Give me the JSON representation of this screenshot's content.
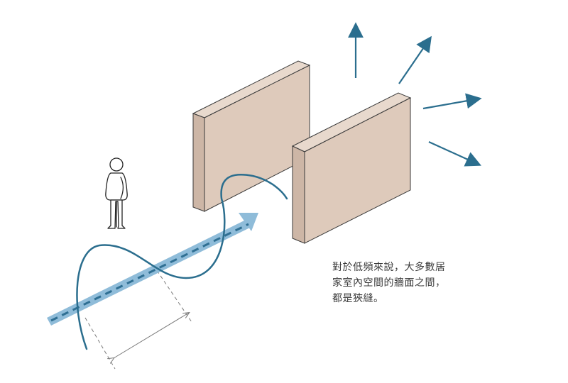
{
  "diagram": {
    "caption_lines": [
      "對於低頻來說，大多數居",
      "家室內空間的牆面之間，",
      "都是狹縫。"
    ],
    "colors": {
      "background": "#ffffff",
      "wall_front": "#decabb",
      "wall_side": "#cdb6a6",
      "wall_outline": "#3a3a3a",
      "wave": "#2b6e8e",
      "arrow_band": "#8fbcd9",
      "arrow_dash": "#2f6f93",
      "spread_arrows": "#2b6e8e",
      "dimension_lines": "#7a7a7a",
      "person_outline": "#222222"
    },
    "icons": {
      "person": "person-icon",
      "spread_arrow": "arrow-up-right-icon"
    }
  }
}
